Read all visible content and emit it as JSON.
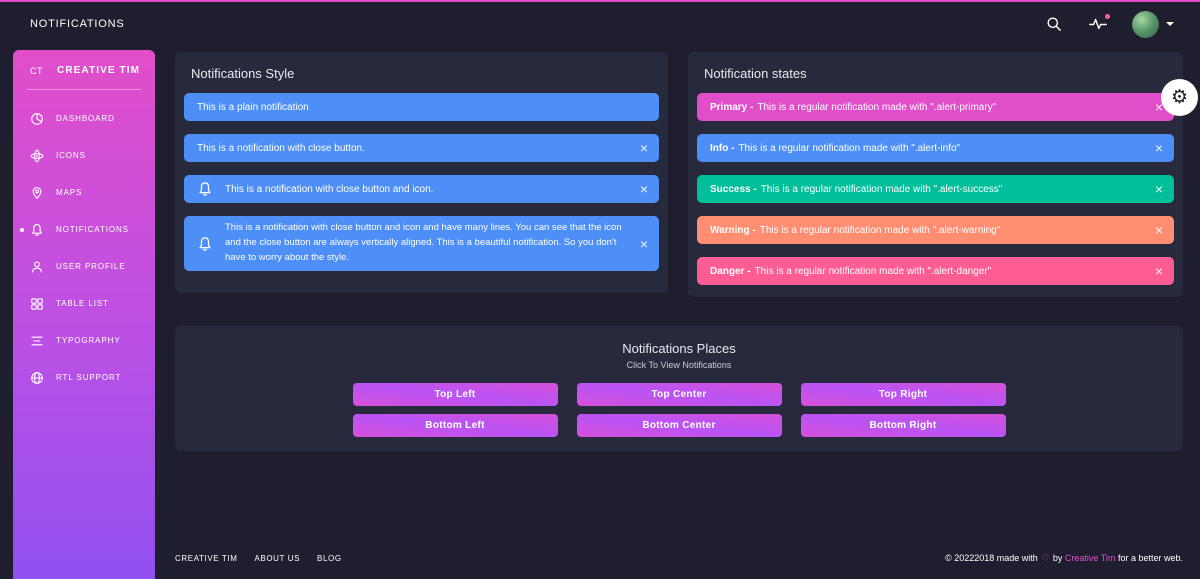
{
  "theme": {
    "background": "#1e1e2f",
    "card": "#27293d",
    "accent": "#e14eca",
    "sidebar_gradient_top": "#e14eca",
    "sidebar_gradient_bottom": "#9150f0"
  },
  "navbar": {
    "title": "NOTIFICATIONS"
  },
  "sidebar": {
    "logo_mini": "CT",
    "logo_text": "CREATIVE TIM",
    "items": [
      {
        "label": "DASHBOARD",
        "icon": "chart-pie-icon",
        "active": false
      },
      {
        "label": "ICONS",
        "icon": "atom-icon",
        "active": false
      },
      {
        "label": "MAPS",
        "icon": "pin-icon",
        "active": false
      },
      {
        "label": "NOTIFICATIONS",
        "icon": "bell-icon",
        "active": true
      },
      {
        "label": "USER PROFILE",
        "icon": "user-icon",
        "active": false
      },
      {
        "label": "TABLE LIST",
        "icon": "grid-icon",
        "active": false
      },
      {
        "label": "TYPOGRAPHY",
        "icon": "align-center-icon",
        "active": false
      },
      {
        "label": "RTL SUPPORT",
        "icon": "globe-icon",
        "active": false
      }
    ]
  },
  "style_card": {
    "title": "Notifications Style",
    "alert_color": "#4d8ef7",
    "alerts": [
      {
        "text": "This is a plain notification",
        "close": false,
        "icon": false
      },
      {
        "text": "This is a notification with close button.",
        "close": true,
        "icon": false
      },
      {
        "text": "This is a notification with close button and icon.",
        "close": true,
        "icon": true
      },
      {
        "text": "This is a notification with close button and icon and have many lines. You can see that the icon and the close button are always vertically aligned. This is a beautiful notification. So you don't have to worry about the style.",
        "close": true,
        "icon": true
      }
    ]
  },
  "states_card": {
    "title": "Notification states",
    "alerts": [
      {
        "lead": "Primary -",
        "text": "This is a regular notification made with \".alert-primary\"",
        "color": "#e14eca"
      },
      {
        "lead": "Info -",
        "text": "This is a regular notification made with \".alert-info\"",
        "color": "#4d8ef7"
      },
      {
        "lead": "Success -",
        "text": "This is a regular notification made with \".alert-success\"",
        "color": "#00bf9a"
      },
      {
        "lead": "Warning -",
        "text": "This is a regular notification made with \".alert-warning\"",
        "color": "#ff8d72"
      },
      {
        "lead": "Danger -",
        "text": "This is a regular notification made with \".alert-danger\"",
        "color": "#fd5d93"
      }
    ]
  },
  "places_card": {
    "title": "Notifications Places",
    "subtitle": "Click To View Notifications",
    "button_color": "#e14eca",
    "buttons": [
      {
        "label": "Top Left"
      },
      {
        "label": "Top Center"
      },
      {
        "label": "Top Right"
      },
      {
        "label": "Bottom Left"
      },
      {
        "label": "Bottom Center"
      },
      {
        "label": "Bottom Right"
      }
    ]
  },
  "footer": {
    "links": [
      {
        "label": "CREATIVE TIM"
      },
      {
        "label": "ABOUT US"
      },
      {
        "label": "BLOG"
      }
    ],
    "copyright_prefix": "© 20222018 made with",
    "heart": "♡",
    "copyright_by": "by",
    "brand": "Creative Tim",
    "copyright_suffix": "for a better web.",
    "brand_color": "#e14eca"
  }
}
